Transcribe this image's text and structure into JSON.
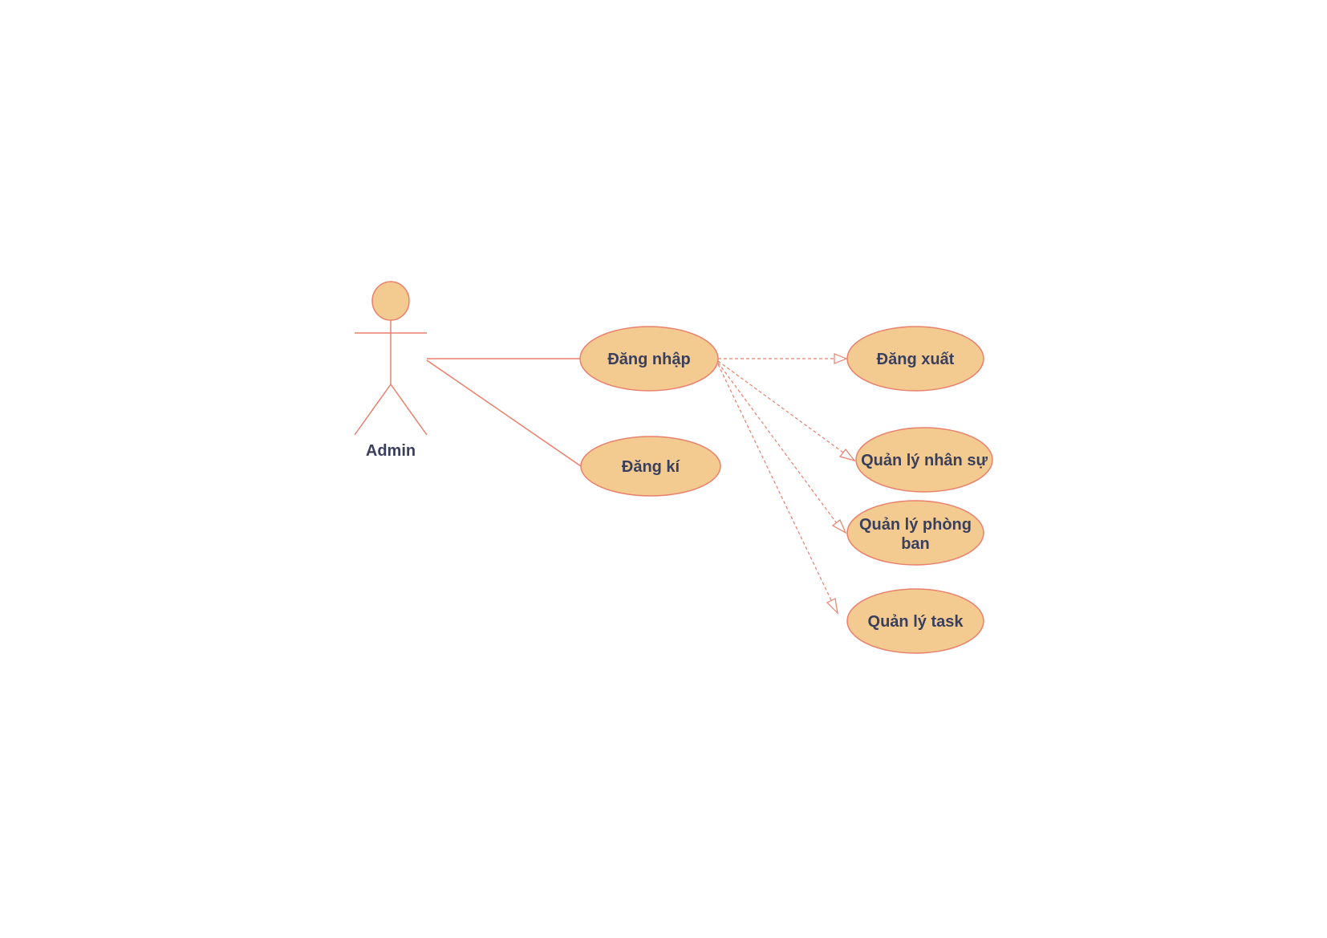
{
  "diagram": {
    "actor": {
      "name": "Admin"
    },
    "use_cases": {
      "login": "Đăng nhập",
      "register": "Đăng kí",
      "logout": "Đăng xuất",
      "hr": "Quản lý nhân sự",
      "dept_line1": "Quản lý phòng",
      "dept_line2": "ban",
      "task": "Quản lý task"
    },
    "colors": {
      "fill": "#f3cb90",
      "stroke": "#e8806c",
      "text": "#3a3f5c"
    }
  }
}
